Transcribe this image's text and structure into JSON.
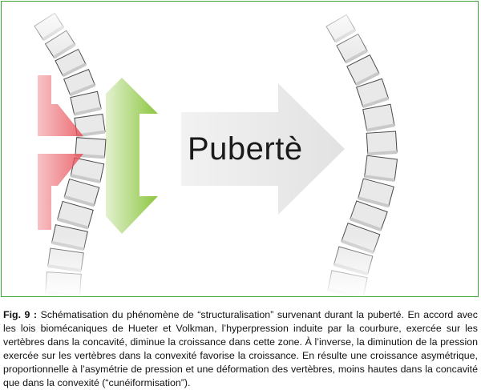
{
  "figure": {
    "arrow_label": "Pubertè",
    "colors": {
      "frame": "#3aaa35",
      "compression_arrows": "#e8525a",
      "expansion_arrow": "#8cc63f",
      "transition_arrow": "#e6e6e6",
      "vertebra": "#e9e9ea",
      "disc": "#c9c9ca"
    }
  },
  "caption": {
    "label": "Fig. 9 :",
    "text": "Schématisation du phénomène de “structuralisation” survenant durant la puberté. En accord avec les lois biomécaniques de Hueter et Volkman, l’hyperpression induite par la courbure, exercée sur les vertèbres dans la concavité, diminue la croissance dans cette zone. À l’inverse, la diminution de la pression exercée sur les vertèbres dans la convexité favorise la croissance. En résulte une croissance asymétrique, proportionnelle à l’asymétrie de pression et une déformation des vertèbres, moins hautes dans la concavité que dans la convexité (“cunéiformisation”)."
  }
}
